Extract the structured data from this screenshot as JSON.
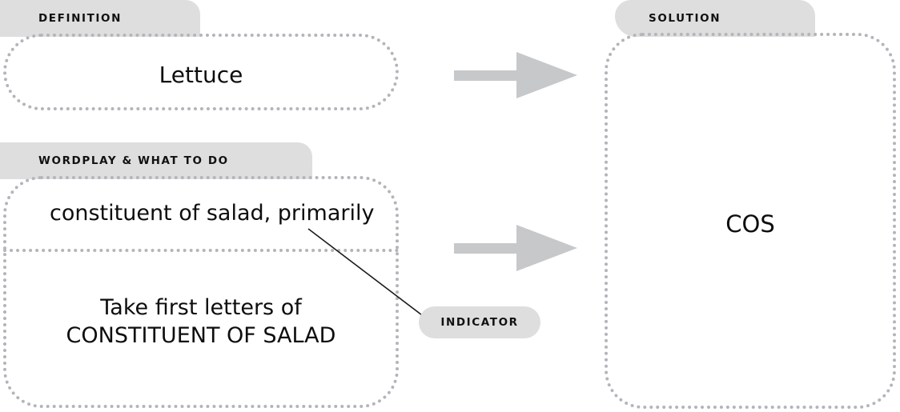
{
  "panels": {
    "definition": {
      "tab_label": "DEFINITION",
      "content": "Lettuce"
    },
    "wordplay": {
      "tab_label": "WORDPLAY & WHAT TO DO",
      "clue": "constituent of salad, primarily",
      "action_line1": "Take first letters of",
      "action_line2": "CONSTITUENT OF SALAD"
    },
    "solution": {
      "tab_label": "SOLUTION",
      "content": "COS"
    }
  },
  "indicator": {
    "label": "INDICATOR"
  },
  "arrows": {
    "top_name": "arrow-definition-to-solution",
    "bottom_name": "arrow-wordplay-to-solution"
  },
  "colors": {
    "tab_background": "#dedede",
    "panel_border": "#b3b5ba",
    "arrow_fill": "#c6c8ca",
    "text": "#0d0d0d",
    "leader_line": "#1a1a1a"
  }
}
